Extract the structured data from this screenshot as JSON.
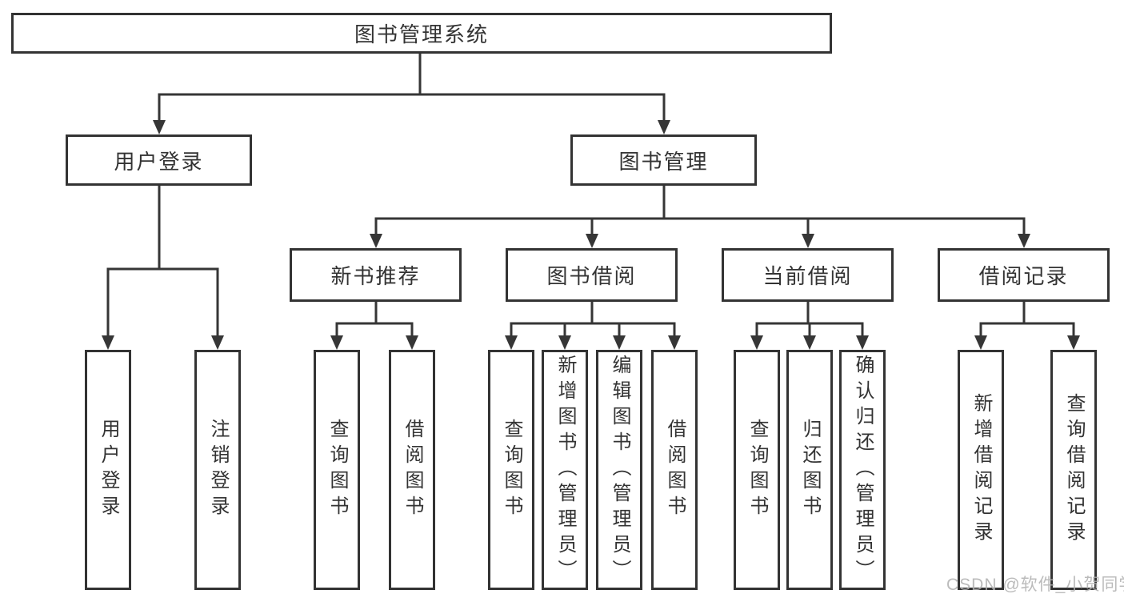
{
  "tree": {
    "label": "图书管理系统",
    "children": [
      {
        "label": "用户登录",
        "children": [
          {
            "label": "用户登录"
          },
          {
            "label": "注销登录"
          }
        ]
      },
      {
        "label": "图书管理",
        "children": [
          {
            "label": "新书推荐",
            "children": [
              {
                "label": "查询图书"
              },
              {
                "label": "借阅图书"
              }
            ]
          },
          {
            "label": "图书借阅",
            "children": [
              {
                "label": "查询图书"
              },
              {
                "label": "新增图书（管理员）"
              },
              {
                "label": "编辑图书（管理员）"
              },
              {
                "label": "借阅图书"
              }
            ]
          },
          {
            "label": "当前借阅",
            "children": [
              {
                "label": "查询图书"
              },
              {
                "label": "归还图书"
              },
              {
                "label": "确认归还（管理员）"
              }
            ]
          },
          {
            "label": "借阅记录",
            "children": [
              {
                "label": "新增借阅记录"
              },
              {
                "label": "查询借阅记录"
              }
            ]
          }
        ]
      }
    ]
  },
  "watermark": {
    "text": "CSDN @软件_小贺同学"
  },
  "colors": {
    "line": "#363636",
    "box_border": "#333333",
    "text": "#333333",
    "watermark": "#b2b2b2",
    "background": "#ffffff"
  }
}
